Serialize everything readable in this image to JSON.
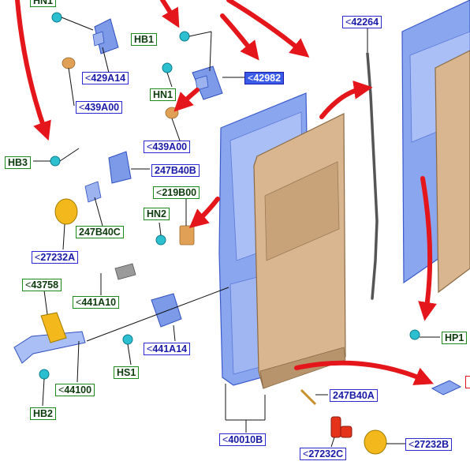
{
  "labels": {
    "hn1_top": "HN1",
    "hb1": "HB1",
    "p429a14": "429A14",
    "p42982": "42982",
    "hn1": "HN1",
    "p439a00_a": "439A00",
    "p439a00_b": "439A00",
    "hb3": "HB3",
    "p247b40b": "247B40B",
    "p219b00": "219B00",
    "hn2": "HN2",
    "p247b40c": "247B40C",
    "p27232a": "27232A",
    "p43758": "43758",
    "p441a10": "441A10",
    "p441a14": "441A14",
    "hs1": "HS1",
    "p44100": "44100",
    "hb2": "HB2",
    "p42264": "42264",
    "hp1": "HP1",
    "p247b40a": "247B40A",
    "p40010b": "40010B",
    "p27232c": "27232C",
    "p27232b": "27232B"
  },
  "colors": {
    "arrow": "#e5161b",
    "panel_blue": "#8aa6ee",
    "panel_skin": "#d9b68f",
    "part_number_border": "#2a2ad0",
    "fastener_border": "#1b8a1b",
    "fastener_cyan": "#2bbfd0",
    "orange_part": "#e0a055",
    "yellow_part": "#f2b81c",
    "selected_label": "#3a5be8"
  }
}
